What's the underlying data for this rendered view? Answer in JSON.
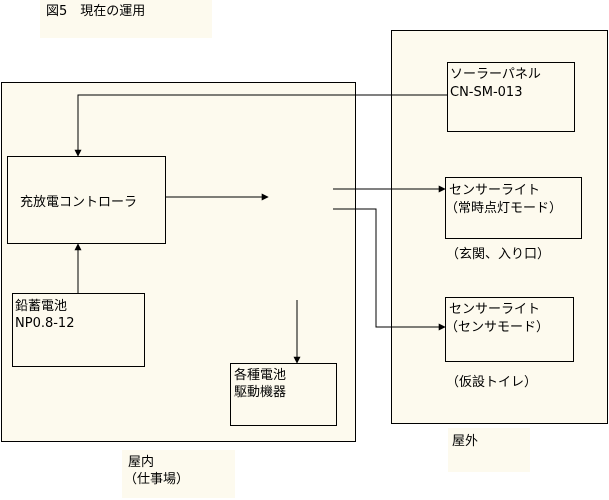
{
  "title": "図5　現在の運用",
  "indoor": {
    "caption_line1": "屋内",
    "caption_line2": "（仕事場）",
    "controller": "充放電コントローラ",
    "battery_line1": "鉛蓄電池",
    "battery_line2": "NP0.8-12",
    "devices_line1": "各種電池",
    "devices_line2": "駆動機器"
  },
  "outdoor": {
    "caption": "屋外",
    "panel_line1": "ソーラーパネル",
    "panel_line2": "CN-SM-013",
    "light1_line1": "センサーライト",
    "light1_line2": "（常時点灯モード）",
    "light1_location": "（玄関、入り口）",
    "light2_line1": "センサーライト",
    "light2_line2": "（センサモード）",
    "light2_location": "（仮設トイレ）"
  },
  "colors": {
    "box_fill": "#fdfaee",
    "stroke": "#000000",
    "background": "#ffffff"
  }
}
